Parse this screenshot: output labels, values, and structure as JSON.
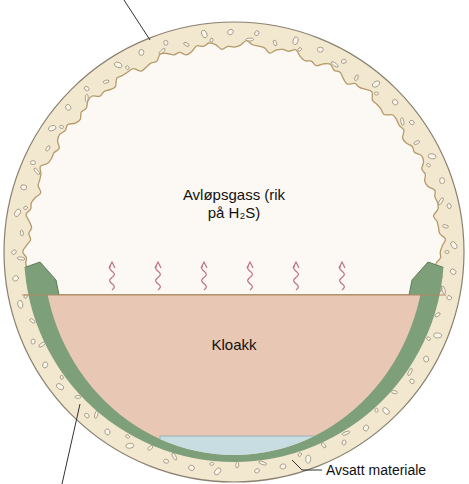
{
  "diagram": {
    "nodes": [
      {
        "text": [
          "Avløpsgass (rik på H₂S)"
        ]
      },
      {
        "text": [
          "Kloakk"
        ]
      }
    ],
    "labels": [
      "Avsatt materiale"
    ]
  }
}
